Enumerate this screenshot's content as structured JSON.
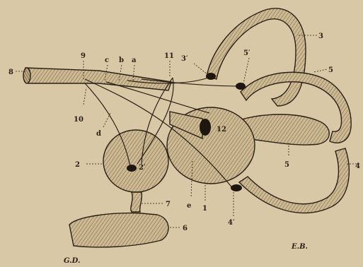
{
  "figure": {
    "labels": {
      "l8": "8",
      "l9": "9",
      "lc": "c",
      "lb": "b",
      "la": "a",
      "l11": "11",
      "l3p": "3′",
      "l5p": "5′",
      "l3": "3",
      "l5top": "5",
      "l10": "10",
      "ld": "d",
      "l12": "12",
      "l2": "2",
      "l2p": "2′",
      "l5mid": "5",
      "l4": "4",
      "le": "e",
      "l1": "1",
      "l7": "7",
      "l4p": "4′",
      "l6": "6"
    },
    "signatures": {
      "left": "G.D.",
      "right": "E.B."
    }
  }
}
